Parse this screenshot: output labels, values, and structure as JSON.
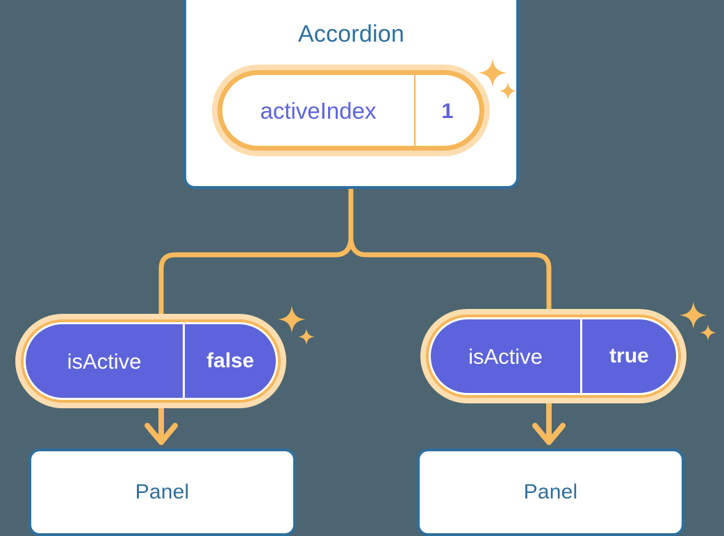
{
  "theme": {
    "background": "#4c6570",
    "card_border": "#2e6f9e",
    "card_title": "#2e6f9e",
    "card_fill": "#ffffff",
    "accent_orange": "#f6b65a",
    "accent_orange_halo": "#fbddb0",
    "accent_purple": "#5d63da",
    "sparkle": "#f8ba5e",
    "pill_text_light": "#ffffff"
  },
  "root": {
    "title": "Accordion",
    "state": {
      "key": "activeIndex",
      "value": "1"
    }
  },
  "branches": [
    {
      "state": {
        "key": "isActive",
        "value": "false"
      },
      "panel": {
        "title": "Panel"
      }
    },
    {
      "state": {
        "key": "isActive",
        "value": "true"
      },
      "panel": {
        "title": "Panel"
      }
    }
  ],
  "icons": {
    "sparkle_large": "sparkle-four-point-large",
    "sparkle_small": "sparkle-four-point-small",
    "arrow": "arrow-down"
  }
}
